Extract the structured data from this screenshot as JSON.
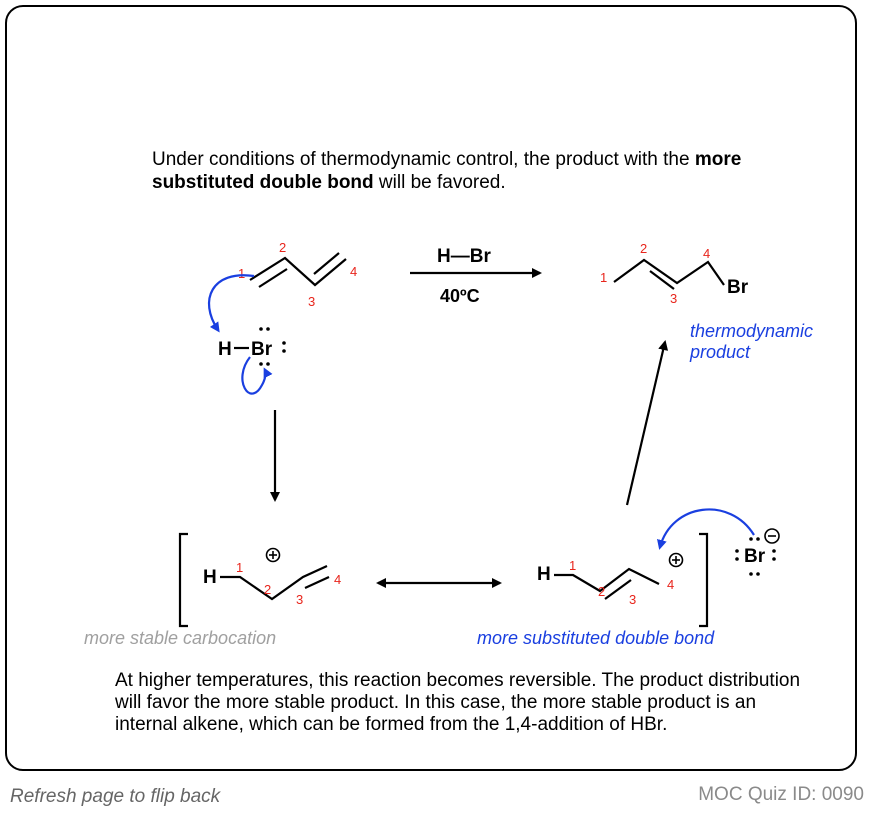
{
  "intro": {
    "part1": "Under conditions of thermodynamic control, the product with the ",
    "bold": "more substituted double bond",
    "part2": " will be favored."
  },
  "reagent": {
    "top": "H—Br",
    "bottom": "40ºC"
  },
  "hbr": {
    "h": "H",
    "br": "Br"
  },
  "br_anion": "Br",
  "product_br": "Br",
  "cation_h": "H",
  "atom_numbers": {
    "n1": "1",
    "n2": "2",
    "n3": "3",
    "n4": "4"
  },
  "labels": {
    "thermo_line1": "thermodynamic",
    "thermo_line2": "product",
    "stable_cation": "more stable carbocation",
    "more_substituted": "more substituted double bond"
  },
  "outro": "At higher temperatures, this reaction becomes reversible.  The product distribution will favor the more stable product.  In this case, the more stable product is an internal alkene, which can be formed from the 1,4-addition of HBr.",
  "footer": {
    "left": "Refresh page to flip back",
    "right": "MOC Quiz ID: 0090"
  },
  "colors": {
    "arrow_blue": "#1a3fe0",
    "number_red": "#e8251c",
    "label_blue": "#1a3fe0",
    "label_gray": "#a0a0a0"
  }
}
